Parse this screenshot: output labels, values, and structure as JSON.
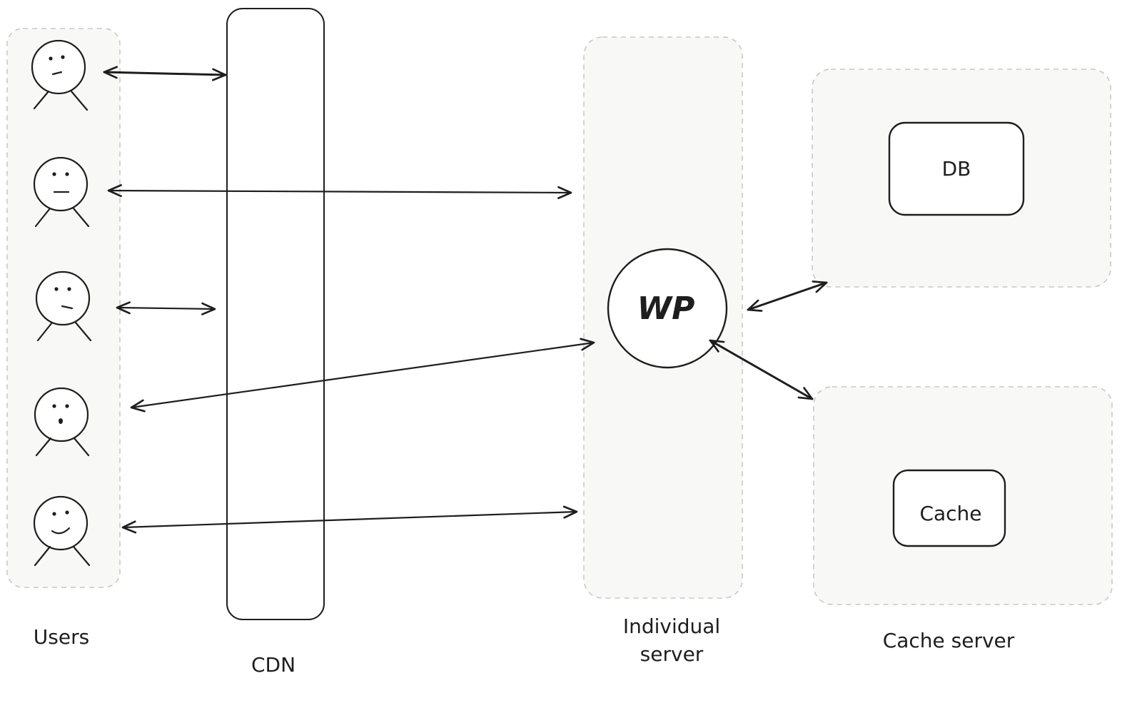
{
  "groups": {
    "users": "Users",
    "cdn": "CDN",
    "individual_server": [
      "Individual",
      "server"
    ],
    "cache_server": "Cache server"
  },
  "nodes": {
    "wp": "WP",
    "db": "DB",
    "cache": "Cache"
  },
  "icons": {
    "user": "user-stick-figure-icon",
    "connection": "bidirectional-arrow"
  },
  "colors": {
    "stroke": "#1e1e1e",
    "group_fill": "#f8f9f7",
    "group_border": "#c8c8c8"
  }
}
